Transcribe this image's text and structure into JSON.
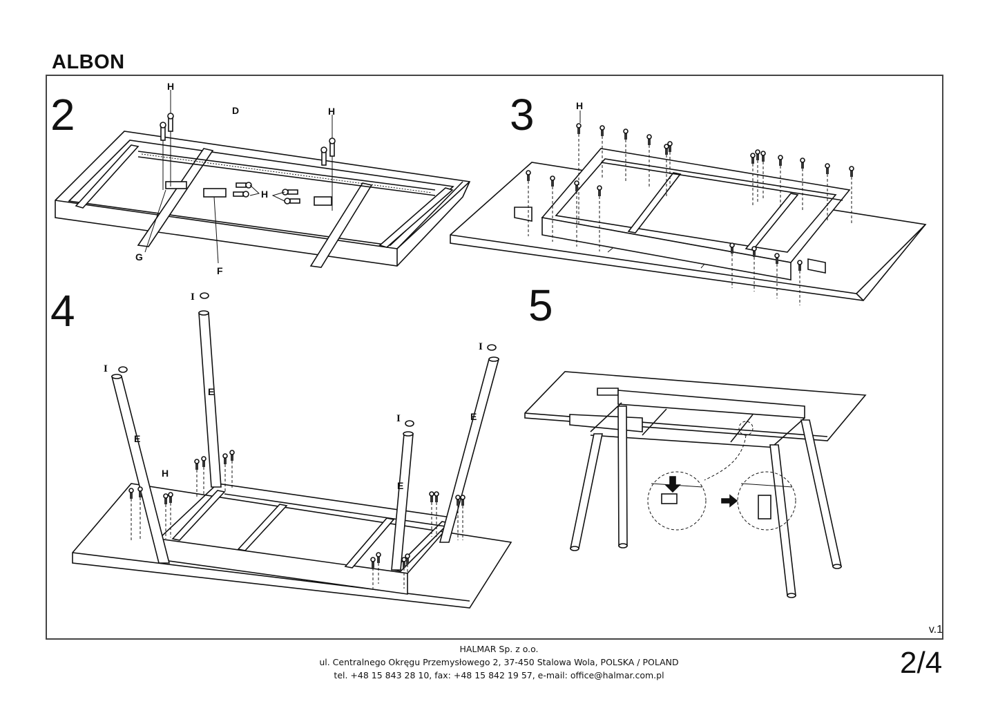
{
  "document": {
    "title": "ALBON",
    "version": "v.1",
    "page": "2/4"
  },
  "steps": [
    {
      "number": "2",
      "labels": {
        "screws_left": "H",
        "rail": "D",
        "screws_right": "H",
        "screws_center": "H",
        "bracket_g": "G",
        "bracket_f": "F"
      }
    },
    {
      "number": "3",
      "labels": {
        "screws": "H"
      }
    },
    {
      "number": "4",
      "labels": {
        "cap_1": "I",
        "cap_2": "I",
        "cap_3": "I",
        "cap_4": "I",
        "leg_1": "E",
        "leg_2": "E",
        "leg_3": "E",
        "leg_4": "E",
        "screws": "H"
      }
    },
    {
      "number": "5",
      "labels": {}
    }
  ],
  "footer": {
    "company": "HALMAR Sp. z o.o.",
    "address": "ul. Centralnego Okręgu Przemysłowego 2, 37-450 Stalowa Wola, POLSKA / POLAND",
    "contact": "tel. +48 15 843 28 10, fax: +48 15 842 19 57, e-mail: office@halmar.com.pl"
  }
}
